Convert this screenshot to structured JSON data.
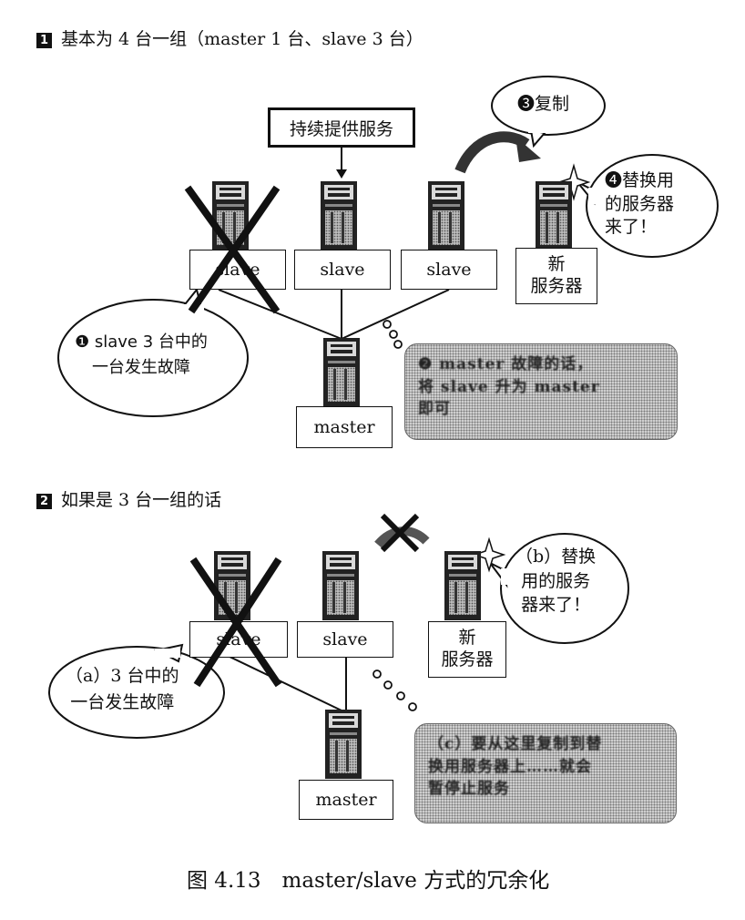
{
  "section1": {
    "num": "1",
    "title": "基本为 4 台一组（master 1 台、slave 3 台）",
    "service_label": "持续提供服务",
    "copy_bubble": "❸复制",
    "new_server_bubble": [
      "❹替换用",
      "的服务器",
      "来了！"
    ],
    "fault_bubble": [
      "❶ slave 3 台中的",
      "一台发生故障"
    ],
    "slaves": [
      "slave",
      "slave",
      "slave"
    ],
    "new_server": [
      "新",
      "服务器"
    ],
    "master": "master",
    "note": [
      "❷ master 故障的话，",
      "将 slave 升为 master",
      "即可"
    ]
  },
  "section2": {
    "num": "2",
    "title": "如果是 3 台一组的话",
    "new_server_bubble": [
      "（b）替换",
      "用的服务",
      "器来了！"
    ],
    "fault_bubble": [
      "（a）3 台中的",
      "一台发生故障"
    ],
    "slaves": [
      "slave",
      "slave"
    ],
    "new_server": [
      "新",
      "服务器"
    ],
    "master": "master",
    "note": [
      "（c）要从这里复制到替",
      "换用服务器上……就会",
      "暂停止服务"
    ]
  },
  "caption": "图 4.13　master/slave 方式的冗余化"
}
